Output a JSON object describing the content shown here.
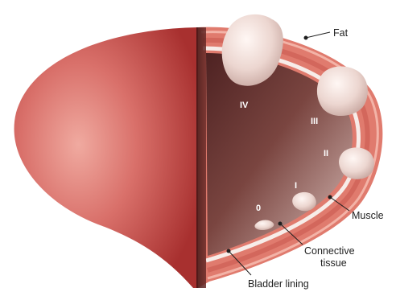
{
  "labels": {
    "fat": "Fat",
    "muscle": "Muscle",
    "connective_line1": "Connective",
    "connective_line2": "tissue",
    "bladder_lining": "Bladder lining"
  },
  "stages": {
    "iv": "IV",
    "iii": "III",
    "ii": "II",
    "i": "I",
    "zero": "0"
  },
  "colors": {
    "bladder_dark": "#b73a3a",
    "bladder_mid": "#d9706a",
    "bladder_light": "#f0aaa0",
    "cavity_dark": "#5a2a2a",
    "cavity_light": "#c9a8a4",
    "wall_muscle": "#e0776b",
    "wall_lining": "#f6e6e2",
    "tumor": "#efe2de"
  }
}
